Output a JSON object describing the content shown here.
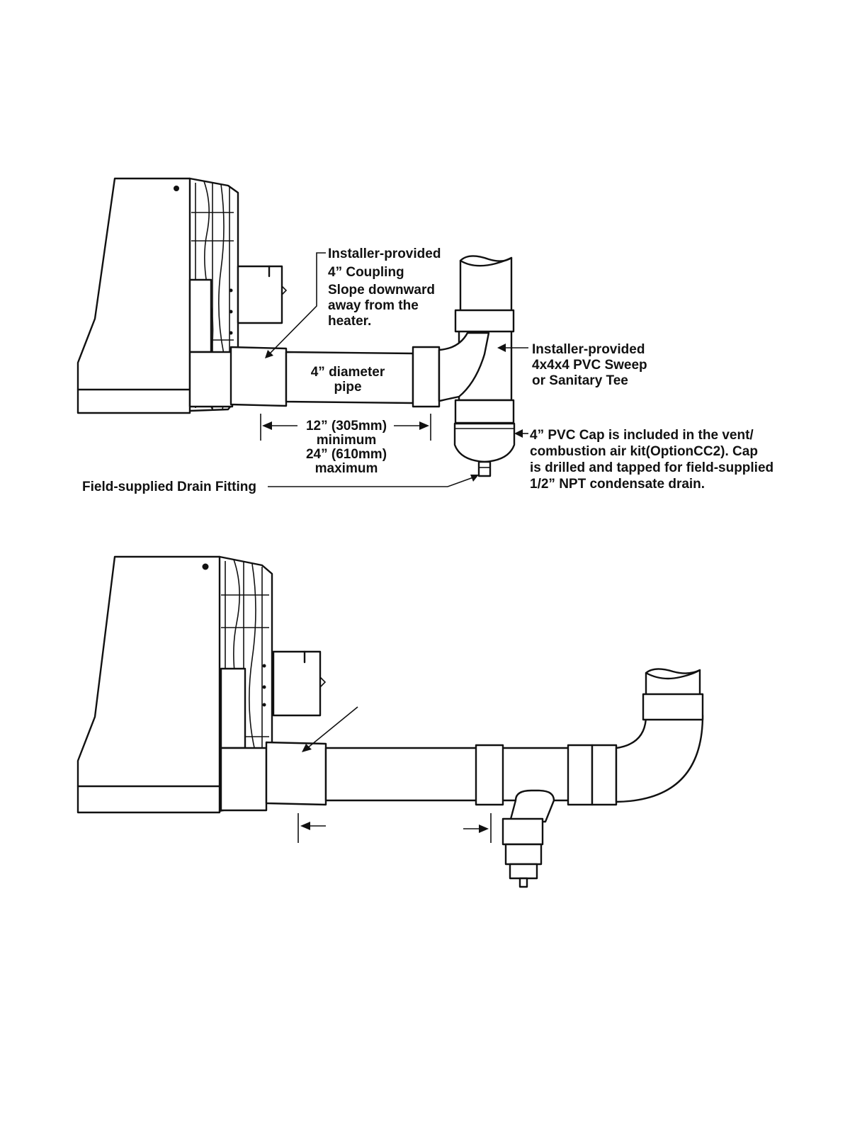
{
  "diagram_1": {
    "coupling_label": [
      "Installer-provided",
      "4” Coupling",
      "Slope downward",
      "away from the",
      "heater."
    ],
    "pipe_label": [
      "4” diameter",
      "pipe"
    ],
    "tee_label": [
      "Installer-provided",
      "4x4x4 PVC Sweep",
      "or Sanitary Tee"
    ],
    "length_label": [
      "12” (305mm)",
      "minimum",
      "24” (610mm)",
      "maximum"
    ],
    "cap_label": [
      "4” PVC Cap is included in the vent/",
      "combustion air kit(OptionCC2). Cap",
      "is drilled and tapped for field-supplied",
      "1/2” NPT condensate drain."
    ],
    "drain_label": "Field-supplied Drain Fitting"
  }
}
